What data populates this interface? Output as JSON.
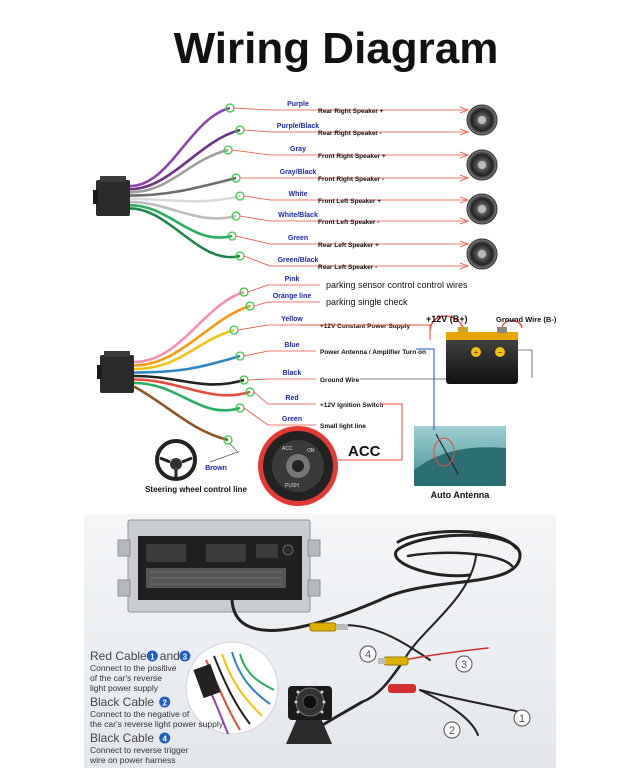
{
  "title": "Wiring Diagram",
  "speaker_wires": [
    {
      "color_name": "Purple",
      "function": "Rear Right Speaker +",
      "color": "#8e44ad"
    },
    {
      "color_name": "Purple/Black",
      "function": "Rear Right Speaker -",
      "color": "#6c3483"
    },
    {
      "color_name": "Gray",
      "function": "Front Right Speaker +",
      "color": "#9e9e9e"
    },
    {
      "color_name": "Gray/Black",
      "function": "Front Right Speaker -",
      "color": "#6d6d6d"
    },
    {
      "color_name": "White",
      "function": "Front Left Speaker +",
      "color": "#d9d9d9"
    },
    {
      "color_name": "White/Black",
      "function": "Front Left Speaker -",
      "color": "#bdbdbd"
    },
    {
      "color_name": "Green",
      "function": "Rear Left Speaker +",
      "color": "#27ae60"
    },
    {
      "color_name": "Green/Black",
      "function": "Rear Left Speaker -",
      "color": "#1e8449"
    }
  ],
  "power_wires": [
    {
      "color_name": "Pink",
      "function": "parking sensor control control wires",
      "color": "#f48fb1"
    },
    {
      "color_name": "Orange line",
      "function": "parking single check",
      "color": "#f39c12"
    },
    {
      "color_name": "Yellow",
      "function": "+12V Constant Power Supply",
      "color": "#f1c40f"
    },
    {
      "color_name": "Blue",
      "function": "Power Antenna / Amplifier Turn on",
      "color": "#2e86c1"
    },
    {
      "color_name": "Black",
      "function": "Ground Wire",
      "color": "#222222"
    },
    {
      "color_name": "Red",
      "function": "+12V Ignition Switch",
      "color": "#e74c3c"
    },
    {
      "color_name": "Green",
      "function": "Small light line",
      "color": "#27ae60"
    },
    {
      "color_name": "Brown",
      "function": "",
      "color": "#8d5524"
    }
  ],
  "battery": {
    "positive_label": "+12V (B+)",
    "negative_label": "Ground Wire (B-)"
  },
  "acc_label": "ACC",
  "antenna_label": "Auto Antenna",
  "steering_label": "Steering wheel control line",
  "camera": {
    "numbers": [
      "1",
      "2",
      "3",
      "4"
    ],
    "legend": [
      {
        "title_parts": [
          "Red Cable",
          "1",
          "and",
          "3"
        ],
        "lines": [
          "Connect to the positive",
          "of the car's reverse",
          "light power supply"
        ]
      },
      {
        "title_parts": [
          "Black Cable",
          "2"
        ],
        "lines": [
          "Connect to the negative of",
          "the car's reverse light power supply"
        ]
      },
      {
        "title_parts": [
          "Black Cable",
          "4"
        ],
        "lines": [
          "Connect to reverse trigger",
          "wire on power harness"
        ]
      }
    ]
  }
}
